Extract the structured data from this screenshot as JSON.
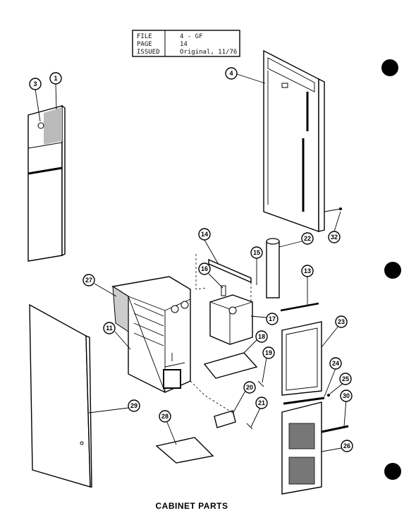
{
  "header": {
    "rows": [
      {
        "label": "FILE",
        "value": "4 - GF"
      },
      {
        "label": "PAGE",
        "value": "14"
      },
      {
        "label": "ISSUED",
        "value": "Original, 11/76"
      }
    ]
  },
  "caption": "CABINET PARTS",
  "callouts": [
    "1",
    "3",
    "4",
    "32",
    "14",
    "22",
    "15",
    "16",
    "13",
    "27",
    "17",
    "11",
    "23",
    "18",
    "19",
    "24",
    "25",
    "30",
    "20",
    "21",
    "29",
    "28",
    "26"
  ]
}
